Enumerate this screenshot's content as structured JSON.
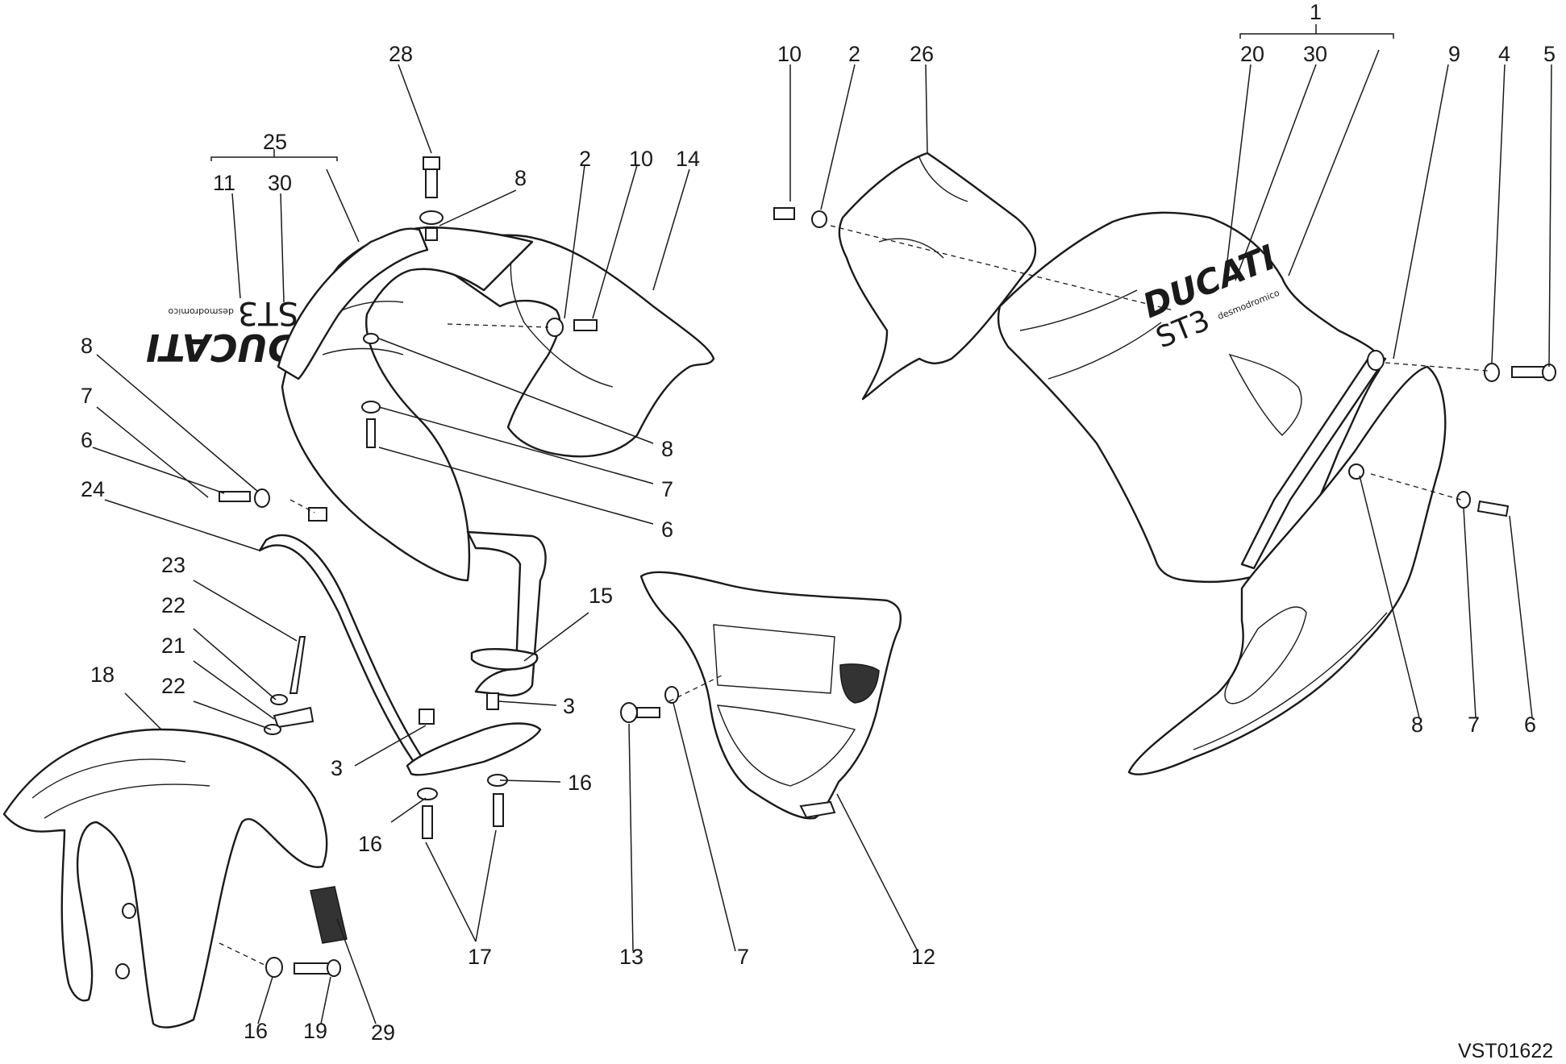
{
  "diagram": {
    "drawing_code": "VST01622",
    "logo_text": {
      "brand": "DUCATI",
      "model": "ST3",
      "tagline": "desmodromico"
    },
    "callouts": [
      "1",
      "2",
      "2",
      "3",
      "3",
      "4",
      "5",
      "6",
      "6",
      "6",
      "7",
      "7",
      "7",
      "7",
      "8",
      "8",
      "8",
      "8",
      "9",
      "10",
      "10",
      "11",
      "12",
      "13",
      "14",
      "15",
      "16",
      "16",
      "16",
      "17",
      "18",
      "19",
      "20",
      "21",
      "22",
      "22",
      "23",
      "24",
      "25",
      "26",
      "28",
      "29",
      "30",
      "30"
    ]
  }
}
